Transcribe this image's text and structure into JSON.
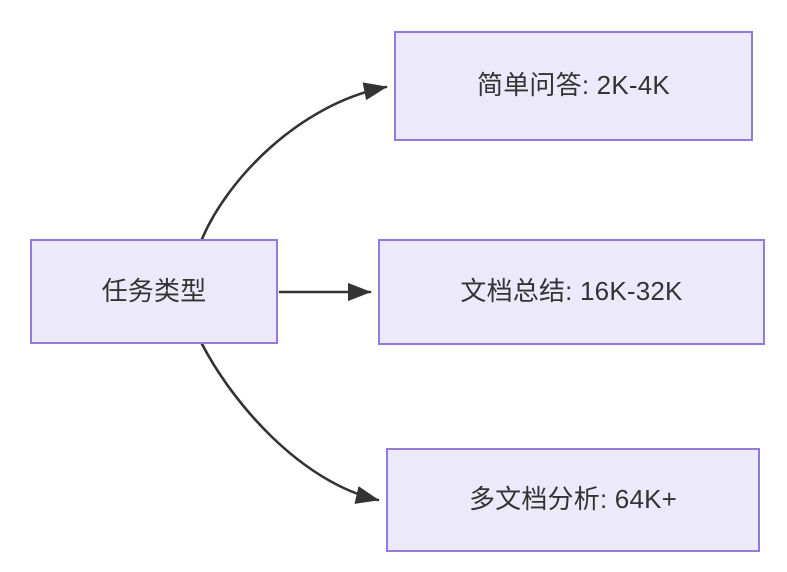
{
  "diagram": {
    "type": "flowchart",
    "direction": "left-to-right",
    "background_color": "#ffffff",
    "node_fill_color": "#ECEAFA",
    "node_border_color": "#9579D9",
    "node_text_color": "#333333",
    "edge_color": "#333333",
    "root": {
      "id": "root",
      "label": "任务类型"
    },
    "branches": [
      {
        "id": "simple-qa",
        "label": "简单问答: 2K-4K",
        "edge_style": "curved-up",
        "arrowhead": true
      },
      {
        "id": "doc-summary",
        "label": "文档总结: 16K-32K",
        "edge_style": "straight",
        "arrowhead": true
      },
      {
        "id": "multi-doc",
        "label": "多文档分析: 64K+",
        "edge_style": "curved-down",
        "arrowhead": true
      }
    ]
  }
}
